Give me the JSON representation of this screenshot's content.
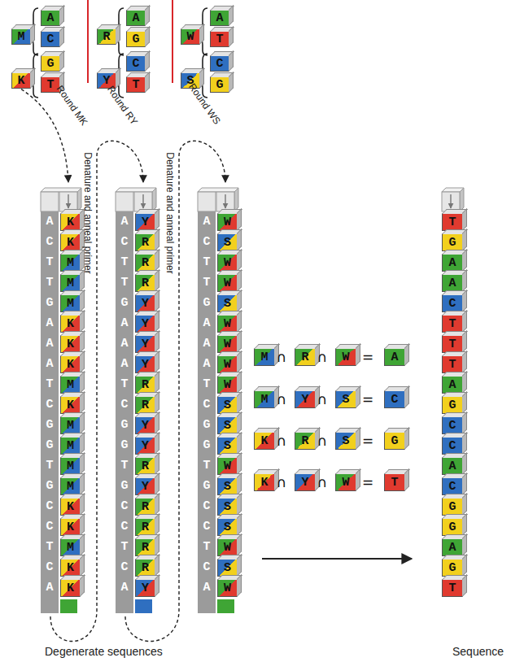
{
  "diagram": {
    "nodes": [
      {
        "text": [
          "M"
        ]
      },
      {
        "text": [
          "A"
        ]
      },
      {
        "text": [
          "C"
        ]
      },
      {
        "text": [
          "R"
        ]
      },
      {
        "text": [
          "A"
        ]
      },
      {
        "text": [
          "G"
        ]
      },
      {
        "text": [
          "W"
        ]
      },
      {
        "text": [
          "A"
        ]
      },
      {
        "text": [
          "T"
        ]
      },
      {
        "text": [
          "K"
        ]
      },
      {
        "text": [
          "G"
        ]
      },
      {
        "text": [
          "T"
        ]
      },
      {
        "text": [
          "Y"
        ]
      },
      {
        "text": [
          "C"
        ]
      },
      {
        "text": [
          "T"
        ]
      },
      {
        "text": [
          "S"
        ]
      },
      {
        "text": [
          "C"
        ]
      },
      {
        "text": [
          "G"
        ]
      },
      {
        "text": [
          "K"
        ]
      },
      {
        "text": [
          "K"
        ]
      },
      {
        "text": [
          "M"
        ]
      },
      {
        "text": [
          "M"
        ]
      },
      {
        "text": [
          "M"
        ]
      },
      {
        "text": [
          "K"
        ]
      },
      {
        "text": [
          "K"
        ]
      },
      {
        "text": [
          "K"
        ]
      },
      {
        "text": [
          "M"
        ]
      },
      {
        "text": [
          "K"
        ]
      },
      {
        "text": [
          "M"
        ]
      },
      {
        "text": [
          "M"
        ]
      },
      {
        "text": [
          "M"
        ]
      },
      {
        "text": [
          "M"
        ]
      },
      {
        "text": [
          "K"
        ]
      },
      {
        "text": [
          "K"
        ]
      },
      {
        "text": [
          "M"
        ]
      },
      {
        "text": [
          "K"
        ]
      },
      {
        "text": [
          "K"
        ]
      },
      {
        "text": [
          "Y"
        ]
      },
      {
        "text": [
          "R"
        ]
      },
      {
        "text": [
          "R"
        ]
      },
      {
        "text": [
          "R"
        ]
      },
      {
        "text": [
          "Y"
        ]
      },
      {
        "text": [
          "Y"
        ]
      },
      {
        "text": [
          "Y"
        ]
      },
      {
        "text": [
          "Y"
        ]
      },
      {
        "text": [
          "R"
        ]
      },
      {
        "text": [
          "R"
        ]
      },
      {
        "text": [
          "Y"
        ]
      },
      {
        "text": [
          "Y"
        ]
      },
      {
        "text": [
          "R"
        ]
      },
      {
        "text": [
          "Y"
        ]
      },
      {
        "text": [
          "R"
        ]
      },
      {
        "text": [
          "R"
        ]
      },
      {
        "text": [
          "R"
        ]
      },
      {
        "text": [
          "R"
        ]
      },
      {
        "text": [
          "Y"
        ]
      },
      {
        "text": [
          "W"
        ]
      },
      {
        "text": [
          "S"
        ]
      },
      {
        "text": [
          "W"
        ]
      },
      {
        "text": [
          "W"
        ]
      },
      {
        "text": [
          "S"
        ]
      },
      {
        "text": [
          "W"
        ]
      },
      {
        "text": [
          "W"
        ]
      },
      {
        "text": [
          "W"
        ]
      },
      {
        "text": [
          "W"
        ]
      },
      {
        "text": [
          "S"
        ]
      },
      {
        "text": [
          "S"
        ]
      },
      {
        "text": [
          "S"
        ]
      },
      {
        "text": [
          "W"
        ]
      },
      {
        "text": [
          "S"
        ]
      },
      {
        "text": [
          "S"
        ]
      },
      {
        "text": [
          "S"
        ]
      },
      {
        "text": [
          "W"
        ]
      },
      {
        "text": [
          "S"
        ]
      },
      {
        "text": [
          "W"
        ]
      },
      {
        "text": [
          "M"
        ]
      },
      {
        "text": [
          "R"
        ]
      },
      {
        "text": [
          "W"
        ]
      },
      {
        "text": [
          "A"
        ]
      },
      {
        "text": [
          "M"
        ]
      },
      {
        "text": [
          "Y"
        ]
      },
      {
        "text": [
          "S"
        ]
      },
      {
        "text": [
          "C"
        ]
      },
      {
        "text": [
          "K"
        ]
      },
      {
        "text": [
          "R"
        ]
      },
      {
        "text": [
          "S"
        ]
      },
      {
        "text": [
          "G"
        ]
      },
      {
        "text": [
          "K"
        ]
      },
      {
        "text": [
          "Y"
        ]
      },
      {
        "text": [
          "W"
        ]
      },
      {
        "text": [
          "T"
        ]
      },
      {
        "text": [
          "T"
        ]
      },
      {
        "text": [
          "G"
        ]
      },
      {
        "text": [
          "A"
        ]
      },
      {
        "text": [
          "A"
        ]
      },
      {
        "text": [
          "C"
        ]
      },
      {
        "text": [
          "T"
        ]
      },
      {
        "text": [
          "T"
        ]
      },
      {
        "text": [
          "T"
        ]
      },
      {
        "text": [
          "A"
        ]
      },
      {
        "text": [
          "G"
        ]
      },
      {
        "text": [
          "C"
        ]
      },
      {
        "text": [
          "C"
        ]
      },
      {
        "text": [
          "A"
        ]
      },
      {
        "text": [
          "C"
        ]
      },
      {
        "text": [
          "G"
        ]
      },
      {
        "text": [
          "G"
        ]
      },
      {
        "text": [
          "A"
        ]
      },
      {
        "text": [
          "G"
        ]
      },
      {
        "text": [
          "T"
        ]
      }
    ],
    "labels": [
      "Round MK",
      "Round RY",
      "Round WS",
      "Denature and anneal primer",
      "Denature and anneal primer",
      "A",
      "C",
      "T",
      "T",
      "G",
      "A",
      "A",
      "A",
      "T",
      "C",
      "G",
      "G",
      "T",
      "G",
      "C",
      "C",
      "T",
      "C",
      "A",
      "A",
      "C",
      "T",
      "T",
      "G",
      "A",
      "A",
      "A",
      "T",
      "C",
      "G",
      "G",
      "T",
      "G",
      "C",
      "C",
      "T",
      "C",
      "A",
      "A",
      "C",
      "T",
      "T",
      "G",
      "A",
      "A",
      "A",
      "T",
      "C",
      "G",
      "G",
      "T",
      "G",
      "C",
      "C",
      "T",
      "C",
      "A",
      "∩",
      "∩",
      "=",
      "∩",
      "∩",
      "=",
      "∩",
      "∩",
      "=",
      "∩",
      "∩",
      "=",
      "Degenerate sequences",
      "Sequence"
    ]
  }
}
